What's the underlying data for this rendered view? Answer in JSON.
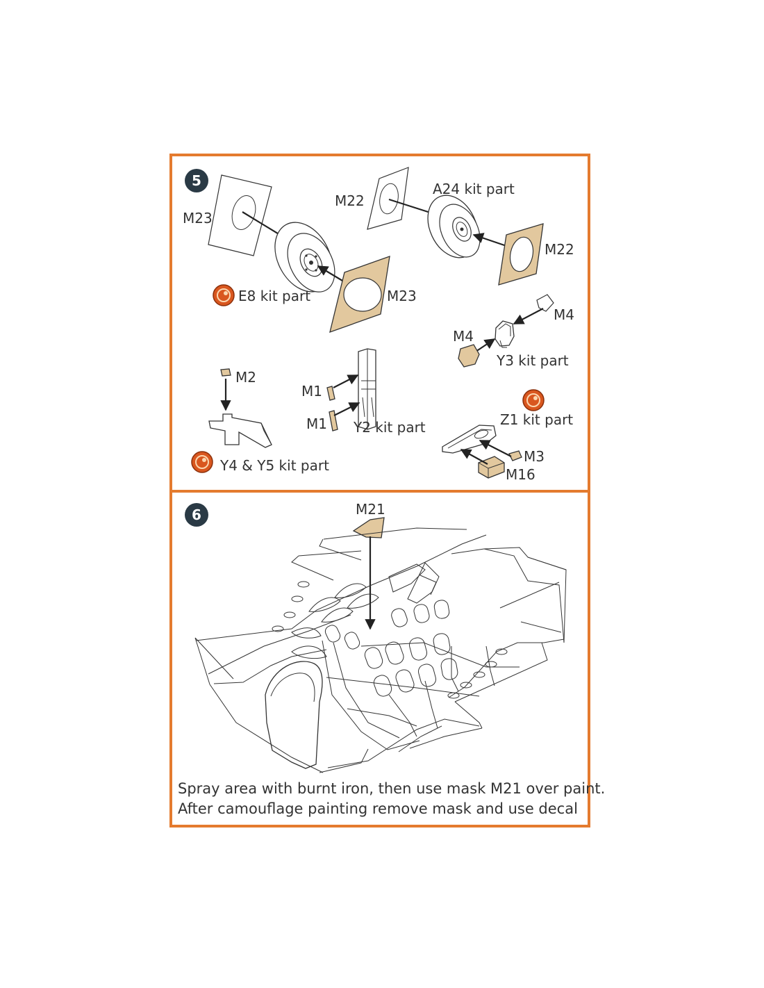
{
  "colors": {
    "frame": "#e47b2f",
    "step_badge": "#2a3a45",
    "mask_fill": "#e2c89e",
    "paint_icon": "#d9571f"
  },
  "step5": {
    "number": "5",
    "labels": {
      "m23_left": "M23",
      "m22_top": "M22",
      "a24": "A24 kit part",
      "m22_right": "M22",
      "e8": "E8 kit part",
      "m23_bottom": "M23",
      "m4_top": "M4",
      "m4_left": "M4",
      "y3": "Y3 kit part",
      "m2": "M2",
      "m1_top": "M1",
      "m1_bottom": "M1",
      "y2": "Y2 kit part",
      "z1": "Z1 kit part",
      "m3": "M3",
      "m16": "M16",
      "y4y5": "Y4 & Y5 kit part"
    },
    "icons": [
      "paint-icon",
      "paint-icon",
      "paint-icon"
    ]
  },
  "step6": {
    "number": "6",
    "labels": {
      "m21": "M21"
    },
    "note_line1": "Spray area with burnt iron, then use mask M21 over paint.",
    "note_line2": "After camouflage painting remove mask and use decal"
  }
}
